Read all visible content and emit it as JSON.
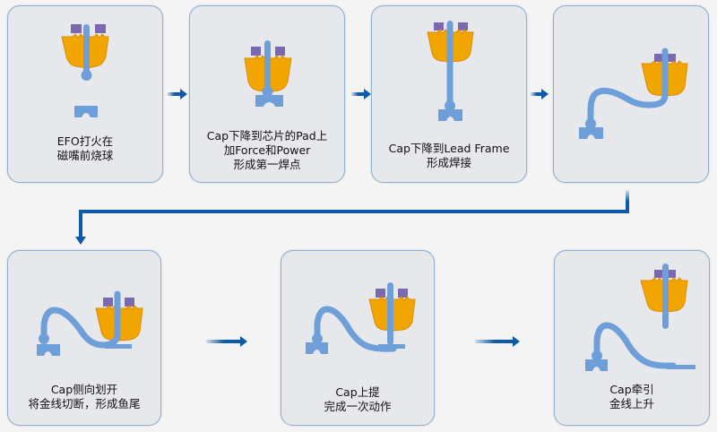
{
  "colors": {
    "card_bg": "#e6e8eb",
    "card_border": "#8fb0cf",
    "arrow": "#0d5aa8",
    "capillary": "#6f9fd8",
    "clamp": "#f0a500",
    "clamp_edge": "#e08a00",
    "pad": "#7a68b0"
  },
  "steps": [
    {
      "id": 1,
      "lines": [
        "EFO打火在",
        "磁嘴前烧球"
      ],
      "icon": "efo-ball-formation-icon"
    },
    {
      "id": 2,
      "lines": [
        "Cap下降到芯片的Pad上",
        "加Force和Power",
        "形成第一焊点"
      ],
      "icon": "first-bond-icon"
    },
    {
      "id": 3,
      "lines": [
        "Cap下降到Lead Frame",
        "形成焊接"
      ],
      "icon": "lead-frame-bond-icon"
    },
    {
      "id": 4,
      "lines": [],
      "icon": "wire-loop-icon"
    },
    {
      "id": 5,
      "lines": [
        "Cap侧向划开",
        "将金线切断，形成鱼尾"
      ],
      "icon": "wire-cut-tail-icon"
    },
    {
      "id": 6,
      "lines": [
        "Cap上提",
        "完成一次动作"
      ],
      "icon": "capillary-lift-icon"
    },
    {
      "id": 7,
      "lines": [
        "Cap牵引",
        "金线上升"
      ],
      "icon": "wire-pull-up-icon"
    }
  ]
}
